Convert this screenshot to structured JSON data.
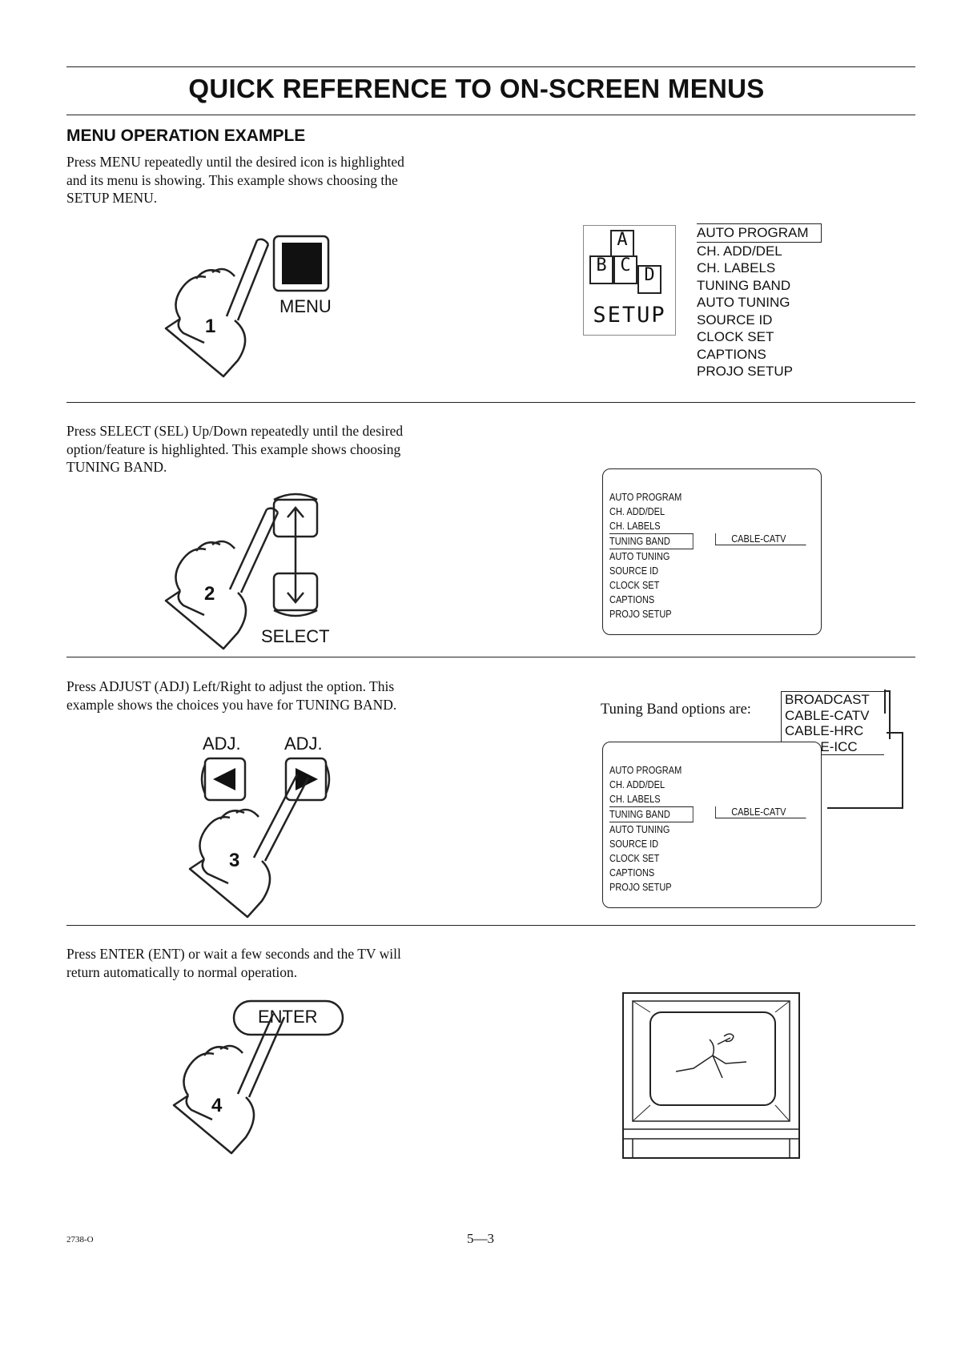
{
  "title": "QUICK REFERENCE TO ON-SCREEN MENUS",
  "heading": "MENU OPERATION EXAMPLE",
  "step1": {
    "text": [
      "Press MENU repeatedly until the desired icon is highlighted",
      "and its menu is showing. This example shows choosing the",
      "SETUP MENU."
    ],
    "number": "1",
    "button_label": "MENU",
    "icon_letters": [
      "A",
      "B",
      "C",
      "D"
    ],
    "icon_caption": "SETUP",
    "menu_items": [
      "AUTO PROGRAM",
      "CH. ADD/DEL",
      "CH. LABELS",
      "TUNING BAND",
      "AUTO TUNING",
      "SOURCE ID",
      "CLOCK SET",
      "CAPTIONS",
      "PROJO SETUP"
    ]
  },
  "step2": {
    "text": [
      "Press SELECT (SEL) Up/Down repeatedly until the desired",
      "option/feature is highlighted. This example shows choosing",
      "TUNING BAND."
    ],
    "number": "2",
    "button_label": "SELECT",
    "osd_items": [
      "AUTO PROGRAM",
      "CH. ADD/DEL",
      "CH. LABELS",
      "TUNING BAND",
      "AUTO TUNING",
      "SOURCE ID",
      "CLOCK SET",
      "CAPTIONS",
      "PROJO SETUP"
    ],
    "osd_value": "CABLE-CATV"
  },
  "step3": {
    "text": [
      "Press ADJUST (ADJ) Left/Right to adjust the option. This",
      "example shows the choices you have for TUNING BAND."
    ],
    "number": "3",
    "left_label": "ADJ.",
    "right_label": "ADJ.",
    "options_caption": "Tuning Band options are:",
    "options": [
      "BROADCAST",
      "CABLE-CATV",
      "CABLE-HRC",
      "CABLE-ICC"
    ],
    "osd_items": [
      "AUTO PROGRAM",
      "CH. ADD/DEL",
      "CH. LABELS",
      "TUNING BAND",
      "AUTO TUNING",
      "SOURCE ID",
      "CLOCK SET",
      "CAPTIONS",
      "PROJO SETUP"
    ],
    "osd_value": "CABLE-CATV"
  },
  "step4": {
    "text": [
      "Press ENTER (ENT) or wait a few seconds and the TV will",
      "return automatically to normal operation."
    ],
    "number": "4",
    "button_label": "ENTER"
  },
  "footer": {
    "code": "2738-O",
    "page": "5—3"
  }
}
